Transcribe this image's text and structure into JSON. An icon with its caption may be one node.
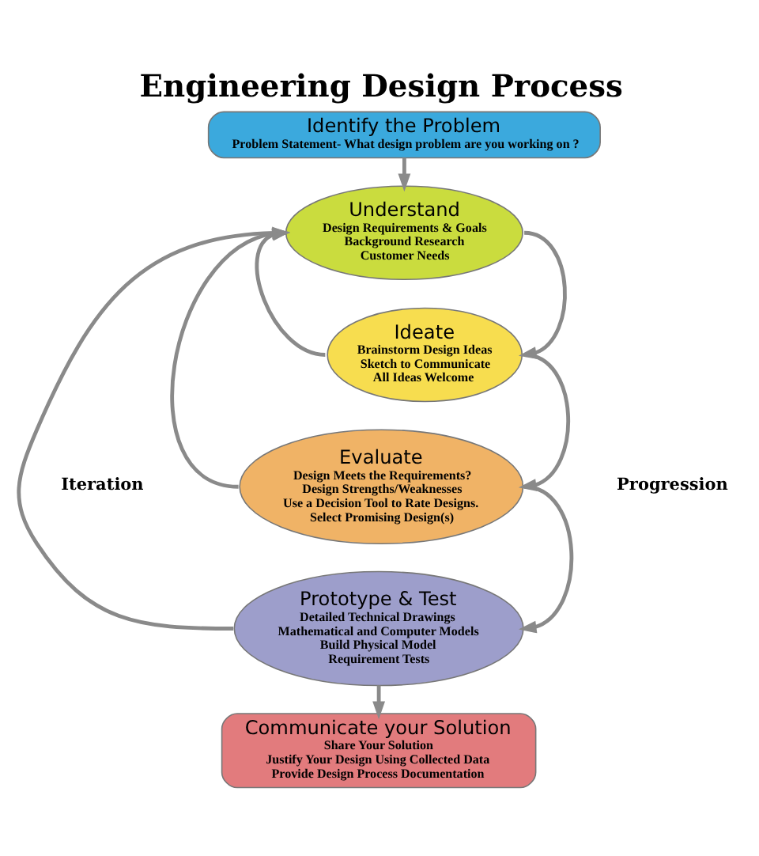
{
  "diagram": {
    "title": "Engineering Design Process",
    "nodes": [
      {
        "text": [
          "Identify the Problem",
          "Problem Statement- What design problem are you working on ?"
        ]
      },
      {
        "text": [
          "Understand",
          "Design Requirements & Goals",
          "Background Research",
          "Customer Needs"
        ]
      },
      {
        "text": [
          "Ideate",
          "Brainstorm Design Ideas",
          "Sketch to Communicate",
          "All Ideas Welcome"
        ]
      },
      {
        "text": [
          "Evaluate",
          "Design Meets the Requirements?",
          "Design Strengths/Weaknesses",
          "Use a Decision Tool to Rate Designs.",
          "Select Promising Design(s)"
        ]
      },
      {
        "text": [
          "Prototype & Test",
          "Detailed Technical Drawings",
          "Mathematical and Computer Models",
          "Build Physical Model",
          "Requirement Tests"
        ]
      },
      {
        "text": [
          "Communicate your Solution",
          "Share Your Solution",
          "Justify Your Design Using Collected Data",
          "Provide Design Process Documentation"
        ]
      }
    ],
    "edges": [
      {
        "from": 0,
        "to": 1,
        "arrow": "to"
      },
      {
        "from": 1,
        "to": 2,
        "arrow": "to"
      },
      {
        "from": 2,
        "to": 3,
        "arrow": "to"
      },
      {
        "from": 3,
        "to": 4,
        "arrow": "to"
      },
      {
        "from": 4,
        "to": 5,
        "arrow": "to"
      },
      {
        "from": 2,
        "to": 1,
        "arrow": "to"
      },
      {
        "from": 3,
        "to": 1,
        "arrow": "to"
      },
      {
        "from": 4,
        "to": 1,
        "arrow": "to"
      }
    ],
    "labels": [
      "Iteration",
      "Progression"
    ]
  }
}
